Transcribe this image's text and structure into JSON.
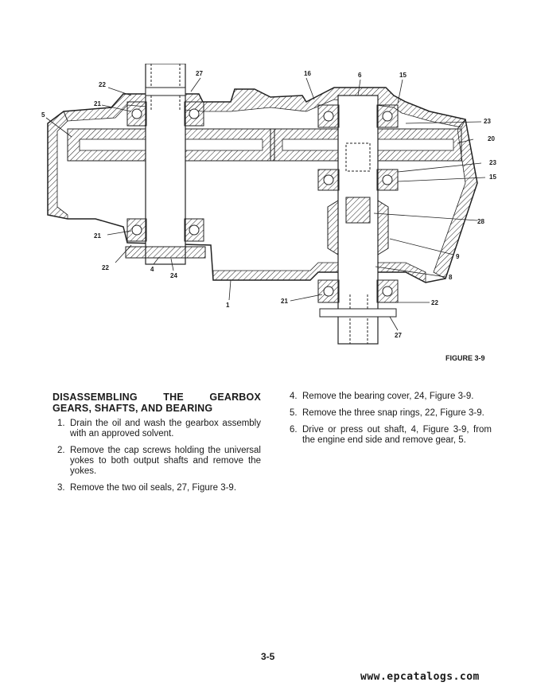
{
  "figure": {
    "caption": "FIGURE 3-9",
    "callouts": {
      "c27_top": "27",
      "c22_top": "22",
      "c21_top": "21",
      "c5": "5",
      "c16": "16",
      "c6": "6",
      "c15_top": "15",
      "c23_top": "23",
      "c20": "20",
      "c23_mid": "23",
      "c15_mid": "15",
      "c28": "28",
      "c9": "9",
      "c8": "8",
      "c21_left": "21",
      "c22_left": "22",
      "c4": "4",
      "c24": "24",
      "c1": "1",
      "c21_bottom": "21",
      "c22_bottom": "22",
      "c27_bottom": "27"
    }
  },
  "section": {
    "title_line1": "DISASSEMBLING THE GEARBOX",
    "title_line2": "GEARS, SHAFTS, AND BEARING"
  },
  "steps": [
    {
      "num": "1.",
      "text": "Drain the oil and wash the gearbox assembly with an approved solvent."
    },
    {
      "num": "2.",
      "text": "Remove the cap screws holding the universal yokes to both output shafts and remove the yokes."
    },
    {
      "num": "3.",
      "text": "Remove the two oil seals, 27, Figure 3-9."
    },
    {
      "num": "4.",
      "text": "Remove the bearing cover, 24, Figure 3-9."
    },
    {
      "num": "5.",
      "text": "Remove the three snap rings, 22, Figure 3-9."
    },
    {
      "num": "6.",
      "text": "Drive or press out shaft, 4, Figure 3-9, from the engine end side and remove gear, 5."
    }
  ],
  "page_number": "3-5",
  "watermark": "www.epcatalogs.com"
}
